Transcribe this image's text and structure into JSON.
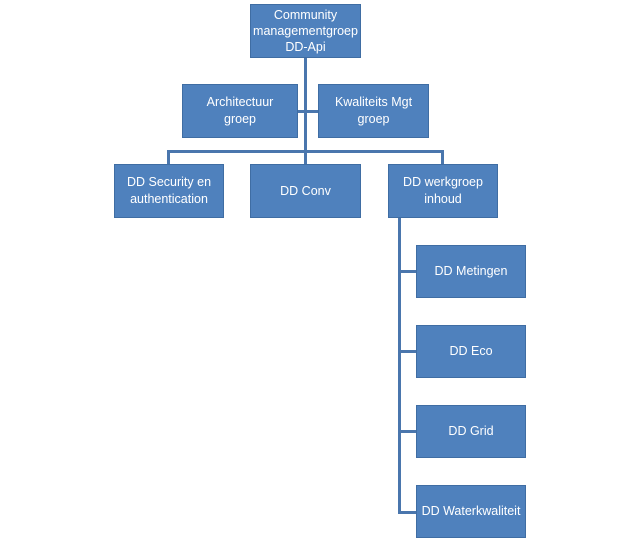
{
  "colors": {
    "box_fill": "#4f81bd",
    "connector": "#4a76ad",
    "text": "#ffffff"
  },
  "org_chart": {
    "root": {
      "lines": [
        "Community",
        "managementgroep",
        "DD-Api"
      ]
    },
    "staff": [
      {
        "lines": [
          "Architectuur",
          "groep"
        ]
      },
      {
        "lines": [
          "Kwaliteits Mgt",
          "groep"
        ]
      }
    ],
    "level1": [
      {
        "lines": [
          "DD Security en",
          "authentication"
        ]
      },
      {
        "lines": [
          "DD Conv"
        ]
      },
      {
        "lines": [
          "DD werkgroep",
          "inhoud"
        ]
      }
    ],
    "inhoud_children": [
      {
        "lines": [
          "DD Metingen"
        ]
      },
      {
        "lines": [
          "DD Eco"
        ]
      },
      {
        "lines": [
          "DD Grid"
        ]
      },
      {
        "lines": [
          "DD Waterkwaliteit"
        ]
      }
    ]
  }
}
